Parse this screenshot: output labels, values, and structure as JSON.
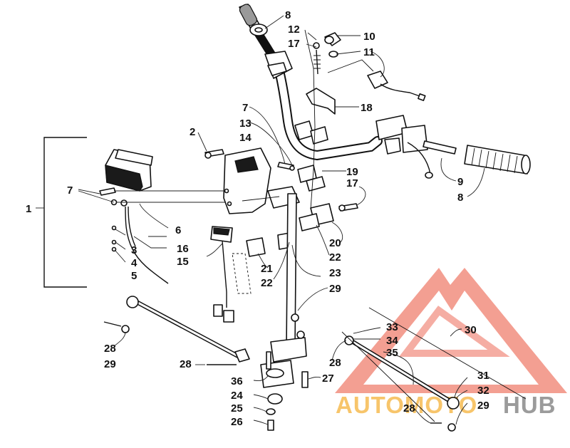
{
  "diagram": {
    "callouts": [
      {
        "id": "c1",
        "label": "1"
      },
      {
        "id": "c2",
        "label": "2"
      },
      {
        "id": "c3",
        "label": "3"
      },
      {
        "id": "c4",
        "label": "4"
      },
      {
        "id": "c5",
        "label": "5"
      },
      {
        "id": "c6",
        "label": "6"
      },
      {
        "id": "c7a",
        "label": "7"
      },
      {
        "id": "c7b",
        "label": "7"
      },
      {
        "id": "c8a",
        "label": "8"
      },
      {
        "id": "c8b",
        "label": "8"
      },
      {
        "id": "c9",
        "label": "9"
      },
      {
        "id": "c10",
        "label": "10"
      },
      {
        "id": "c11",
        "label": "11"
      },
      {
        "id": "c12",
        "label": "12"
      },
      {
        "id": "c13",
        "label": "13"
      },
      {
        "id": "c14",
        "label": "14"
      },
      {
        "id": "c15",
        "label": "15"
      },
      {
        "id": "c16",
        "label": "16"
      },
      {
        "id": "c17a",
        "label": "17"
      },
      {
        "id": "c17b",
        "label": "17"
      },
      {
        "id": "c18",
        "label": "18"
      },
      {
        "id": "c19",
        "label": "19"
      },
      {
        "id": "c20",
        "label": "20"
      },
      {
        "id": "c21",
        "label": "21"
      },
      {
        "id": "c22a",
        "label": "22"
      },
      {
        "id": "c22b",
        "label": "22"
      },
      {
        "id": "c23",
        "label": "23"
      },
      {
        "id": "c24",
        "label": "24"
      },
      {
        "id": "c25",
        "label": "25"
      },
      {
        "id": "c26",
        "label": "26"
      },
      {
        "id": "c27",
        "label": "27"
      },
      {
        "id": "c28a",
        "label": "28"
      },
      {
        "id": "c28b",
        "label": "28"
      },
      {
        "id": "c28c",
        "label": "28"
      },
      {
        "id": "c28d",
        "label": "28"
      },
      {
        "id": "c29a",
        "label": "29"
      },
      {
        "id": "c29b",
        "label": "29"
      },
      {
        "id": "c29c",
        "label": "29"
      },
      {
        "id": "c30",
        "label": "30"
      },
      {
        "id": "c31",
        "label": "31"
      },
      {
        "id": "c32",
        "label": "32"
      },
      {
        "id": "c33",
        "label": "33"
      },
      {
        "id": "c34",
        "label": "34"
      },
      {
        "id": "c35",
        "label": "35"
      },
      {
        "id": "c36",
        "label": "36"
      }
    ]
  },
  "watermark": {
    "part1": "AUTOMOTO",
    "part2": "HUB",
    "color_primary": "#f07f6e",
    "color_secondary": "#7a7a7a",
    "color_accent": "#f5b23a"
  }
}
